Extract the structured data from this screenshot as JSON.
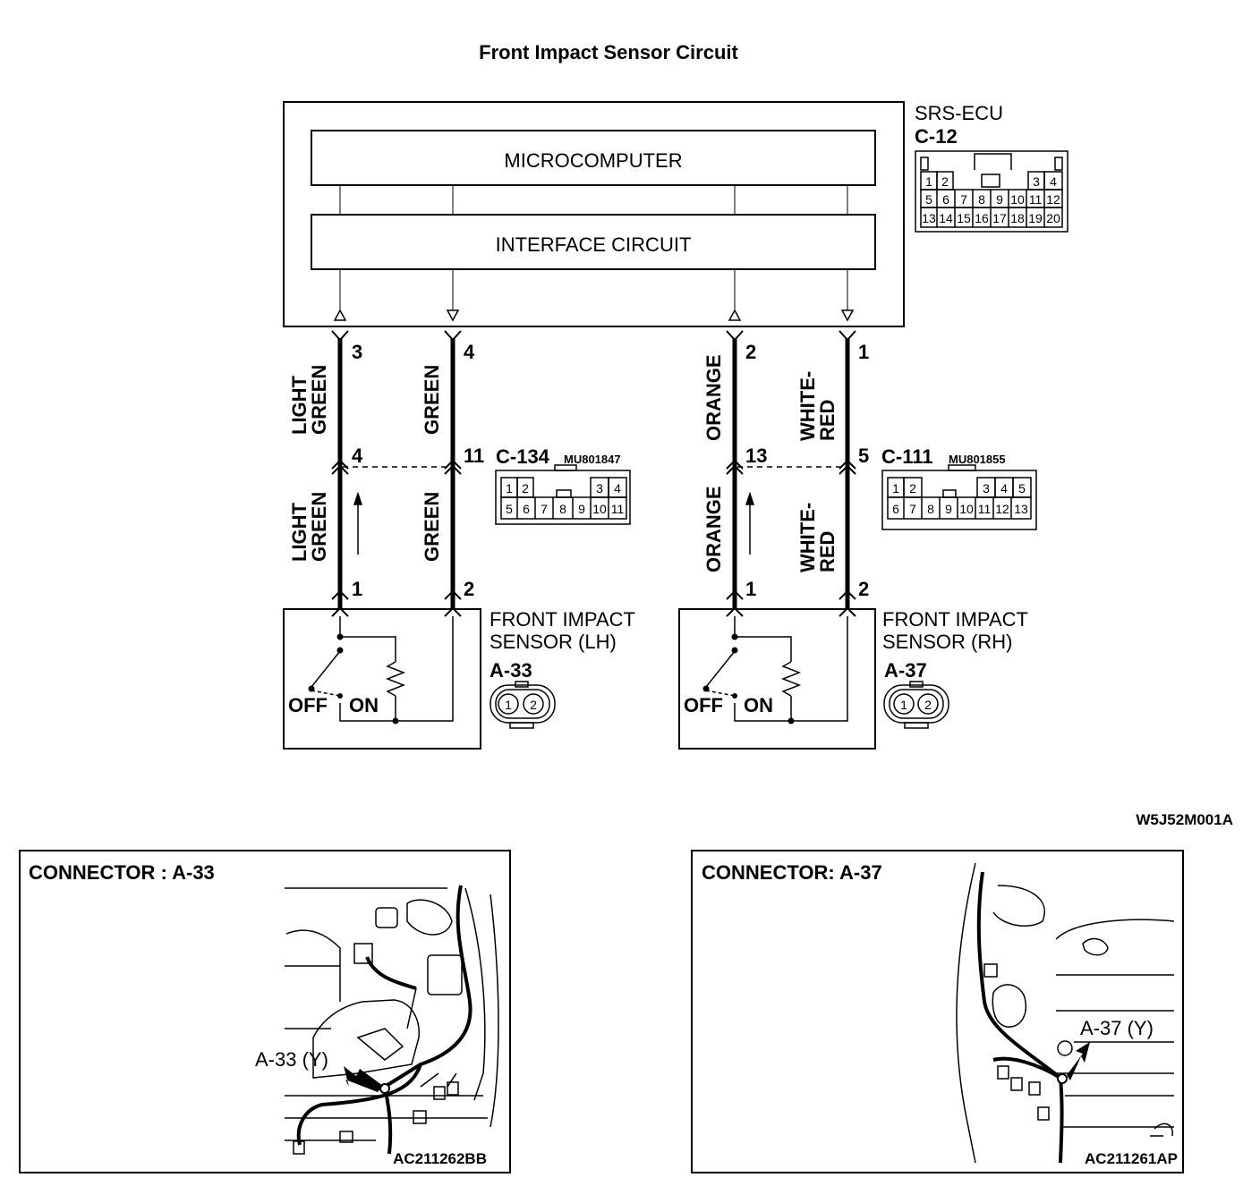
{
  "title": "Front Impact Sensor Circuit",
  "ecu": {
    "name": "SRS-ECU",
    "connector": "C-12",
    "block1": "MICROCOMPUTER",
    "block2": "INTERFACE CIRCUIT",
    "pins_row1": [
      "1",
      "2",
      "",
      "",
      "",
      "",
      "3",
      "4"
    ],
    "pins_row2": [
      "5",
      "6",
      "7",
      "8",
      "9",
      "10",
      "11",
      "12"
    ],
    "pins_row3": [
      "13",
      "14",
      "15",
      "16",
      "17",
      "18",
      "19",
      "20"
    ]
  },
  "wires": {
    "w1": {
      "ecu_pin": "3",
      "mid_pin": "4",
      "sensor_pin": "1",
      "color_line1": "LIGHT",
      "color_line2": "GREEN"
    },
    "w2": {
      "ecu_pin": "4",
      "mid_pin": "11",
      "sensor_pin": "2",
      "color": "GREEN"
    },
    "w3": {
      "ecu_pin": "2",
      "mid_pin": "13",
      "sensor_pin": "1",
      "color": "ORANGE"
    },
    "w4": {
      "ecu_pin": "1",
      "mid_pin": "5",
      "sensor_pin": "2",
      "color_line1": "WHITE-",
      "color_line2": "RED"
    }
  },
  "c134": {
    "name": "C-134",
    "part": "MU801847",
    "row1": [
      "1",
      "2",
      "",
      "",
      "",
      "3",
      "4"
    ],
    "row2": [
      "5",
      "6",
      "7",
      "8",
      "9",
      "10",
      "11"
    ]
  },
  "c111": {
    "name": "C-111",
    "part": "MU801855",
    "row1": [
      "1",
      "2",
      "",
      "",
      "",
      "3",
      "4",
      "5"
    ],
    "row2": [
      "6",
      "7",
      "8",
      "9",
      "10",
      "11",
      "12",
      "13"
    ]
  },
  "sensor_lh": {
    "line1": "FRONT IMPACT",
    "line2": "SENSOR (LH)",
    "connector": "A-33",
    "off": "OFF",
    "on": "ON",
    "pin1": "1",
    "pin2": "2"
  },
  "sensor_rh": {
    "line1": "FRONT IMPACT",
    "line2": "SENSOR (RH)",
    "connector": "A-37",
    "off": "OFF",
    "on": "ON",
    "pin1": "1",
    "pin2": "2"
  },
  "figure_code": "W5J52M001A",
  "panel_left": {
    "heading": "CONNECTOR : A-33",
    "callout": "A-33 (Y)",
    "code": "AC211262BB"
  },
  "panel_right": {
    "heading": "CONNECTOR: A-37",
    "callout": "A-37 (Y)",
    "code": "AC211261AP"
  }
}
